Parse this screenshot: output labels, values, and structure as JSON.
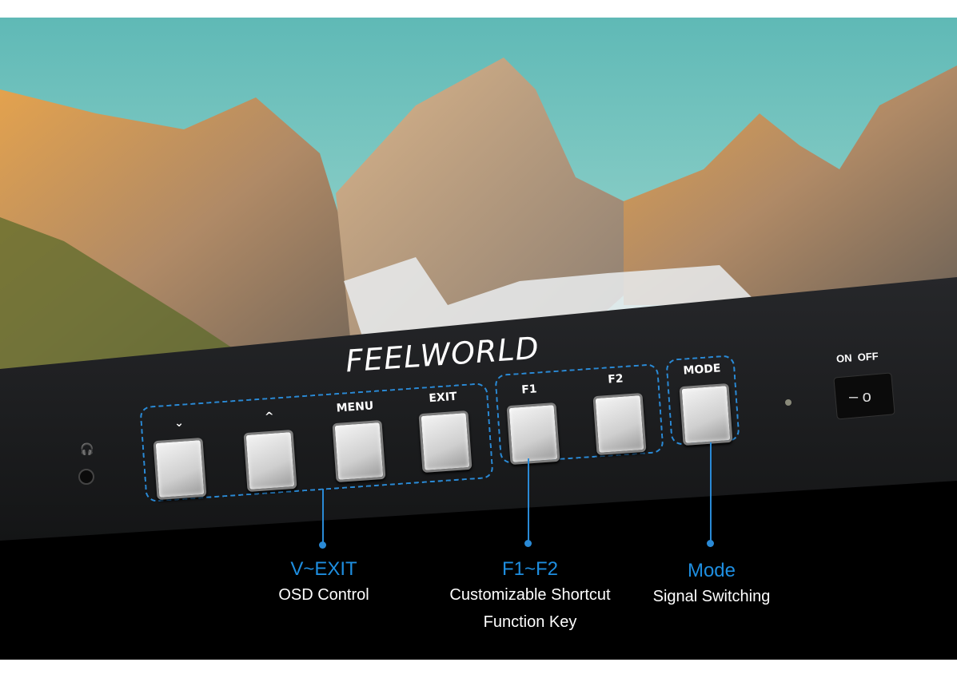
{
  "brand": {
    "logo": "FEELWORLD"
  },
  "keys": [
    {
      "label": "⌄",
      "name": "down"
    },
    {
      "label": "^",
      "name": "up"
    },
    {
      "label": "MENU",
      "name": "menu"
    },
    {
      "label": "EXIT",
      "name": "exit"
    },
    {
      "label": "F1",
      "name": "f1"
    },
    {
      "label": "F2",
      "name": "f2"
    },
    {
      "label": "MODE",
      "name": "mode"
    }
  ],
  "power_switch": {
    "on": "ON",
    "off": "OFF"
  },
  "callouts": [
    {
      "title": "V~EXIT",
      "desc": "OSD Control"
    },
    {
      "title": "F1~F2",
      "desc": "Customizable Shortcut",
      "desc2": "Function Key"
    },
    {
      "title": "Mode",
      "desc": "Signal Switching"
    }
  ],
  "colors": {
    "accent": "#2a8ad6",
    "panel": "#1b1c1e",
    "sky": "#6fc4bd"
  }
}
